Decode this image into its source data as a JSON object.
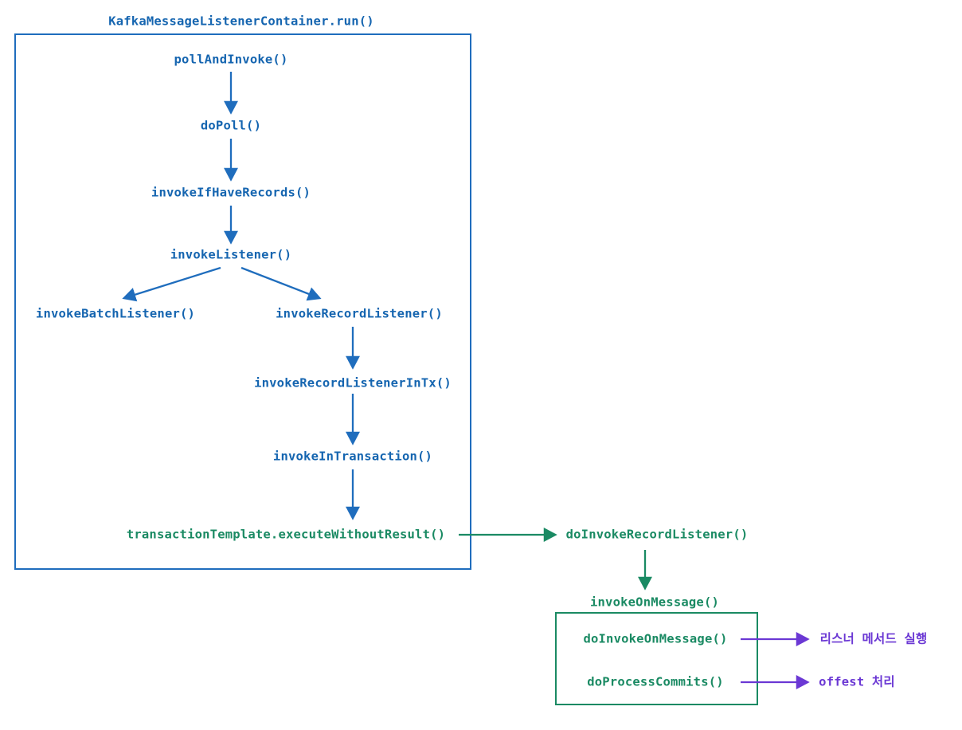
{
  "diagram": {
    "title": "KafkaMessageListenerContainer.run()",
    "colors": {
      "blue": "#1565b0",
      "green": "#1a8a63",
      "purple": "#6b38d4",
      "blue_border": "#1f6dbd",
      "green_border": "#1a8a63",
      "background": "#ffffff"
    },
    "nodes": {
      "poll_and_invoke": "pollAndInvoke()",
      "do_poll": "doPoll()",
      "invoke_if_have_records": "invokeIfHaveRecords()",
      "invoke_listener": "invokeListener()",
      "invoke_batch_listener": "invokeBatchListener()",
      "invoke_record_listener": "invokeRecordListener()",
      "invoke_record_listener_in_tx": "invokeRecordListenerInTx()",
      "invoke_in_transaction": "invokeInTransaction()",
      "transaction_template": "transactionTemplate.executeWithoutResult()",
      "do_invoke_record_listener": "doInvokeRecordListener()",
      "invoke_on_message": "invokeOnMessage()",
      "do_invoke_on_message": "doInvokeOnMessage()",
      "do_process_commits": "doProcessCommits()",
      "listener_method_exec": "리스너 메서드 실행",
      "offset_handling": "offest 처리"
    }
  }
}
